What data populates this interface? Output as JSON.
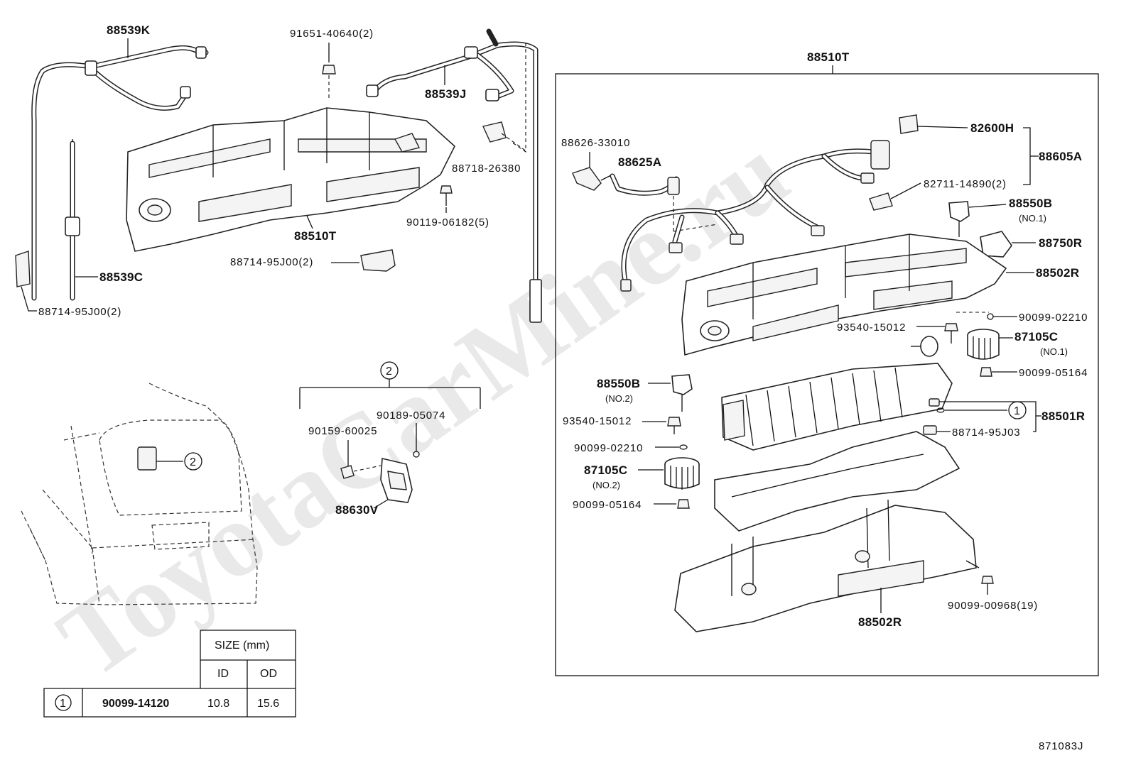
{
  "watermark": "ToyotaCarMine.ru",
  "diagram_code": "871083J",
  "callout_2": "2",
  "callout_1": "1",
  "labels": {
    "p88539K": "88539K",
    "p91651": "91651-40640(2)",
    "p88539J": "88539J",
    "p88718": "88718-26380",
    "p90119": "90119-06182(5)",
    "p88510T_left": "88510T",
    "p88714_mid": "88714-95J00(2)",
    "p88539C": "88539C",
    "p88714_left": "88714-95J00(2)",
    "p90189": "90189-05074",
    "p90159": "90159-60025",
    "p88630V": "88630V",
    "p88510T_box": "88510T",
    "p88626": "88626-33010",
    "p88625A": "88625A",
    "p82600H": "82600H",
    "p88605A": "88605A",
    "p82711": "82711-14890(2)",
    "p88550B_no1": "88550B",
    "no1_a": "(NO.1)",
    "p88750R": "88750R",
    "p88502R_top": "88502R",
    "p90099_02210_r": "90099-02210",
    "p93540_r": "93540-15012",
    "p87105C_no1": "87105C",
    "no1_b": "(NO.1)",
    "p90099_05164_r": "90099-05164",
    "p88550B_no2": "88550B",
    "no2_a": "(NO.2)",
    "p88501R": "88501R",
    "p93540_l": "93540-15012",
    "p88714_95J03": "88714-95J03",
    "p90099_02210_l": "90099-02210",
    "p87105C_no2": "87105C",
    "no2_b": "(NO.2)",
    "p90099_05164_l": "90099-05164",
    "p90099_00968": "90099-00968(19)",
    "p88502R_bottom": "88502R"
  },
  "table": {
    "size_header": "SIZE (mm)",
    "col_id": "ID",
    "col_od": "OD",
    "row_mark": "1",
    "row_part": "90099-14120",
    "row_id": "10.8",
    "row_od": "15.6"
  }
}
